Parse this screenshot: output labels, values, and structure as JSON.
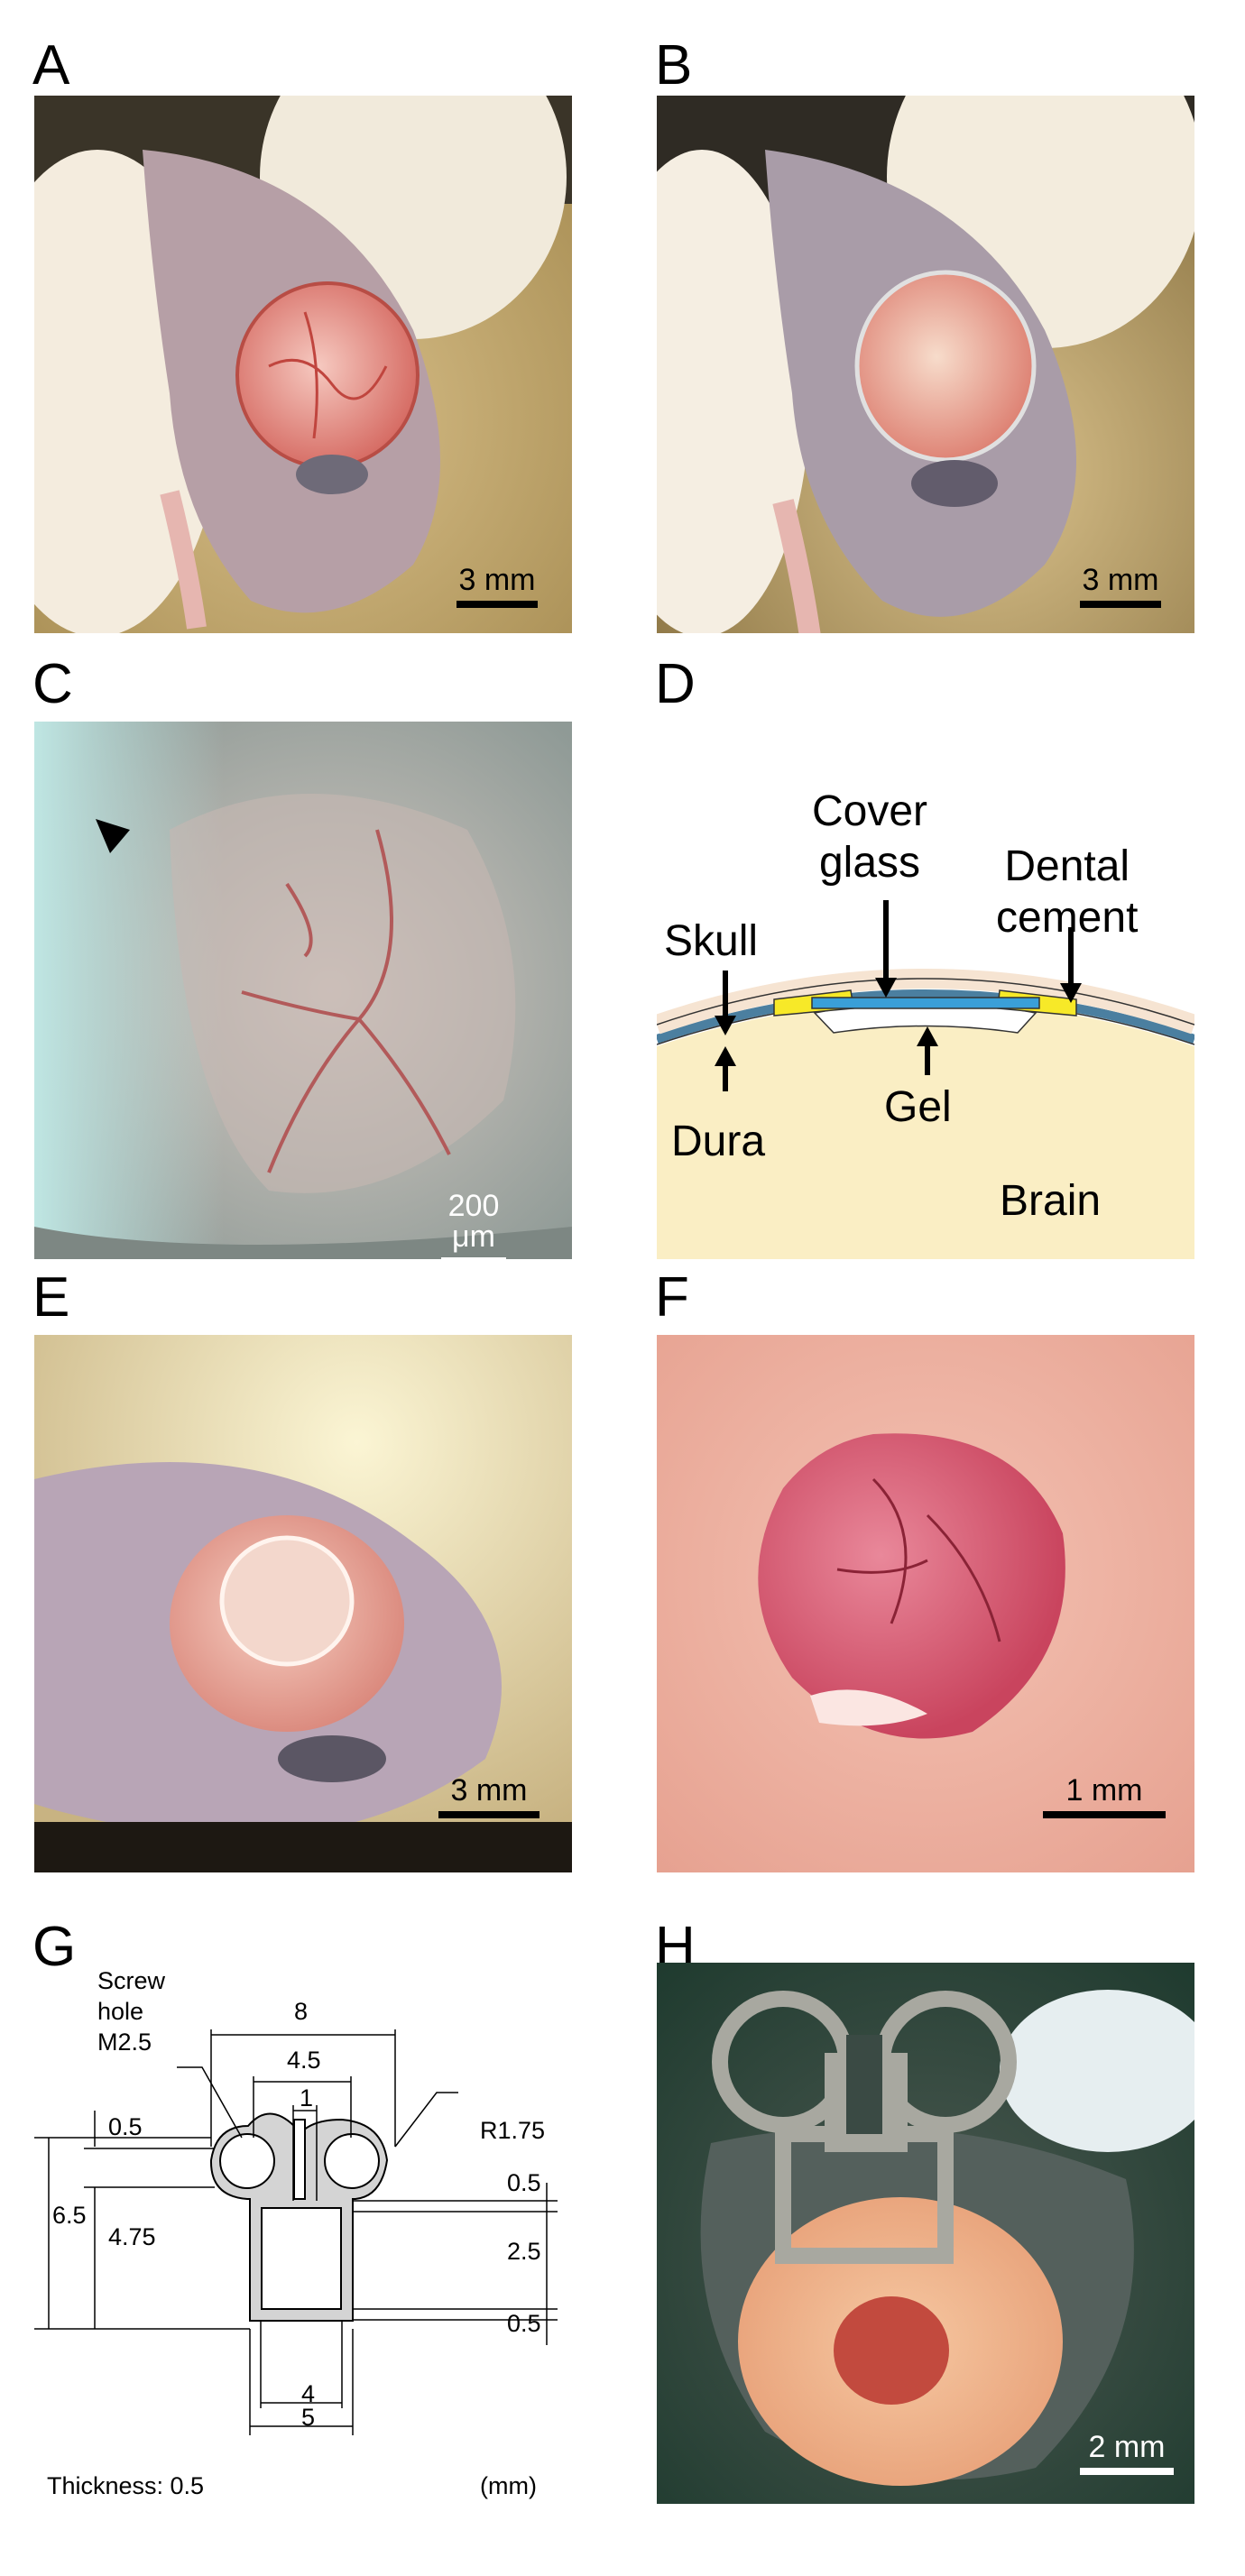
{
  "panels": {
    "A": {
      "label": "A",
      "scalebar": "3 mm"
    },
    "B": {
      "label": "B",
      "scalebar": "3 mm"
    },
    "C": {
      "label": "C",
      "scalebar": "200 μm"
    },
    "D": {
      "label": "D",
      "labels": {
        "cover": "Cover\nglass",
        "dental": "Dental\ncement",
        "skull": "Skull",
        "dura": "Dura",
        "gel": "Gel",
        "brain": "Brain"
      }
    },
    "E": {
      "label": "E",
      "scalebar": "3 mm"
    },
    "F": {
      "label": "F",
      "scalebar": "1 mm"
    },
    "G": {
      "label": "G",
      "labels": {
        "screw": "Screw\nhole\nM2.5",
        "d8": "8",
        "d45": "4.5",
        "d1": "1",
        "d05a": "0.5",
        "r175": "R1.75",
        "d65": "6.5",
        "d475": "4.75",
        "d05b": "0.5",
        "d25": "2.5",
        "d05c": "0.5",
        "d4": "4",
        "d5": "5",
        "thickness": "Thickness: 0.5",
        "unit": "(mm)"
      }
    },
    "H": {
      "label": "H",
      "scalebar": "2 mm"
    }
  },
  "colors": {
    "skin": "#c9a9a6",
    "tissue": "#e9a39c",
    "cement": "#f7e928",
    "glass": "#3a9fd8",
    "brain": "#faeec4"
  }
}
